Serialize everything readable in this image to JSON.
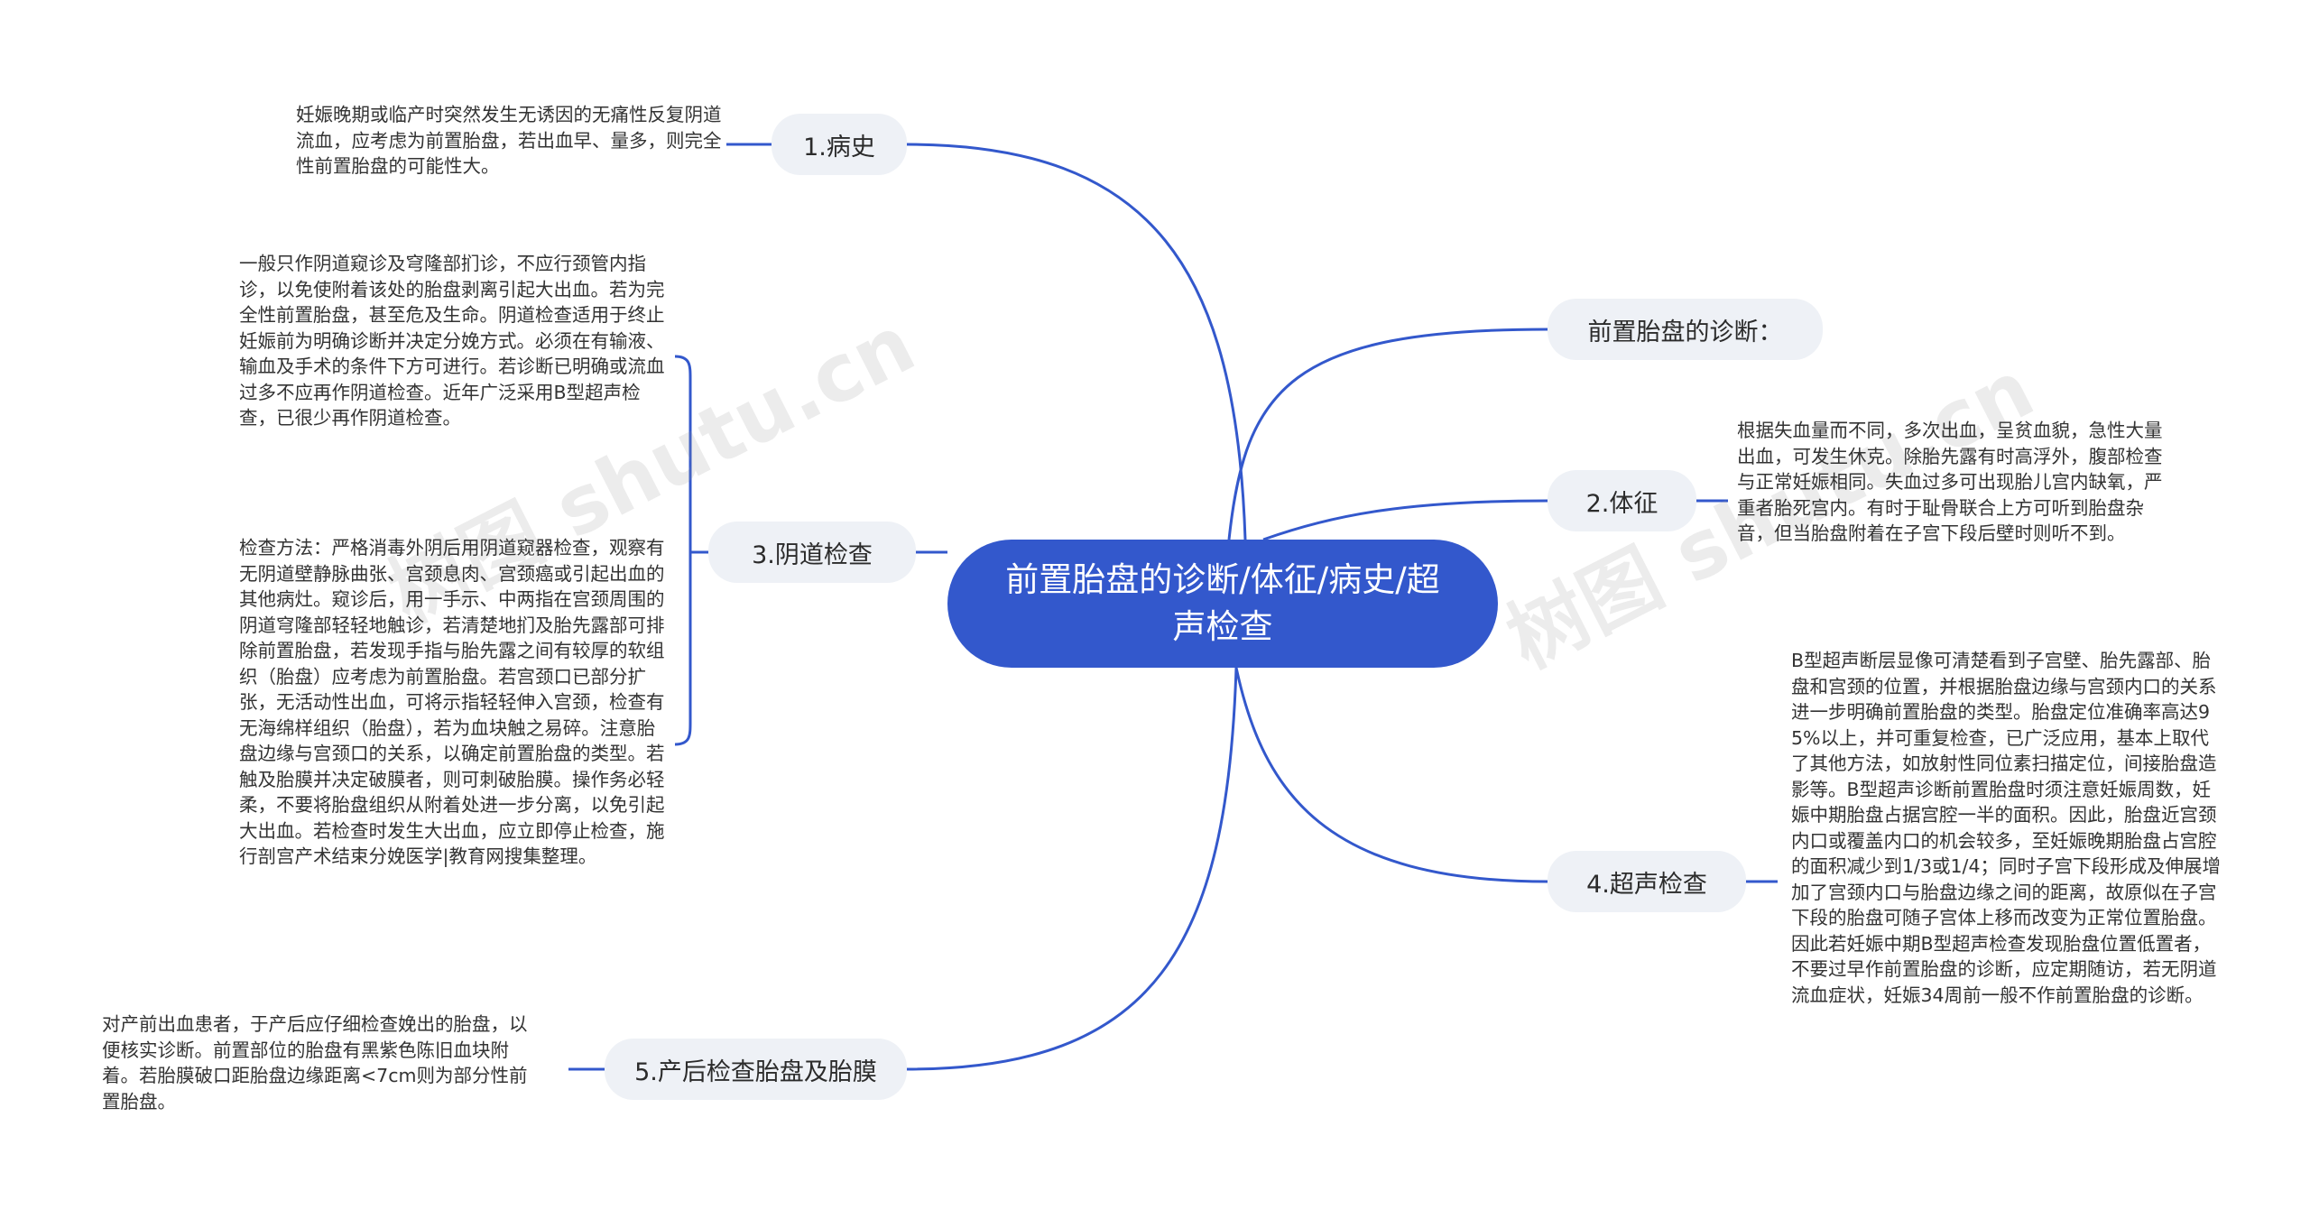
{
  "colors": {
    "root_bg": "#3358cc",
    "link": "#3358cc",
    "node_bg": "#eef1f6"
  },
  "root": {
    "title": "前置胎盘的诊断/体征/病史/超声检查"
  },
  "branches": {
    "history": {
      "label": "1.病史",
      "note": "妊娠晚期或临产时突然发生无诱因的无痛性反复阴道流血，应考虑为前置胎盘，若出血早、量多，则完全性前置胎盘的可能性大。"
    },
    "vaginal": {
      "label": "3.阴道检查",
      "note1": "一般只作阴道窥诊及穹隆部扪诊，不应行颈管内指诊，以免使附着该处的胎盘剥离引起大出血。若为完全性前置胎盘，甚至危及生命。阴道检查适用于终止妊娠前为明确诊断并决定分娩方式。必须在有输液、输血及手术的条件下方可进行。若诊断已明确或流血过多不应再作阴道检查。近年广泛采用B型超声检查，已很少再作阴道检查。",
      "note2": "检查方法：严格消毒外阴后用阴道窥器检查，观察有无阴道壁静脉曲张、宫颈息肉、宫颈癌或引起出血的其他病灶。窥诊后，用一手示、中两指在宫颈周围的阴道穹隆部轻轻地触诊，若清楚地扪及胎先露部可排除前置胎盘，若发现手指与胎先露之间有较厚的软组织（胎盘）应考虑为前置胎盘。若宫颈口已部分扩张，无活动性出血，可将示指轻轻伸入宫颈，检查有无海绵样组织（胎盘），若为血块触之易碎。注意胎盘边缘与宫颈口的关系，以确定前置胎盘的类型。若触及胎膜并决定破膜者，则可刺破胎膜。操作务必轻柔，不要将胎盘组织从附着处进一步分离，以免引起大出血。若检查时发生大出血，应立即停止检查，施行剖宫产术结束分娩医学|教育网搜集整理。"
    },
    "postpartum": {
      "label": "5.产后检查胎盘及胎膜",
      "note": "对产前出血患者，于产后应仔细检查娩出的胎盘，以便核实诊断。前置部位的胎盘有黑紫色陈旧血块附着。若胎膜破口距胎盘边缘距离<7cm则为部分性前置胎盘。"
    },
    "diagnosis": {
      "label": "前置胎盘的诊断："
    },
    "signs": {
      "label": "2.体征",
      "note": "根据失血量而不同，多次出血，呈贫血貌，急性大量出血，可发生休克。除胎先露有时高浮外，腹部检查与正常妊娠相同。失血过多可出现胎儿宫内缺氧，严重者胎死宫内。有时于耻骨联合上方可听到胎盘杂音，但当胎盘附着在子宫下段后壁时则听不到。"
    },
    "ultrasound": {
      "label": "4.超声检查",
      "note": "B型超声断层显像可清楚看到子宫壁、胎先露部、胎盘和宫颈的位置，并根据胎盘边缘与宫颈内口的关系进一步明确前置胎盘的类型。胎盘定位准确率高达95%以上，并可重复检查，已广泛应用，基本上取代了其他方法，如放射性同位素扫描定位，间接胎盘造影等。B型超声诊断前置胎盘时须注意妊娠周数，妊娠中期胎盘占据宫腔一半的面积。因此，胎盘近宫颈内口或覆盖内口的机会较多，至妊娠晚期胎盘占宫腔的面积减少到1/3或1/4；同时子宫下段形成及伸展增加了宫颈内口与胎盘边缘之间的距离，故原似在子宫下段的胎盘可随子宫体上移而改变为正常位置胎盘。因此若妊娠中期B型超声检查发现胎盘位置低置者，不要过早作前置胎盘的诊断，应定期随访，若无阴道流血症状，妊娠34周前一般不作前置胎盘的诊断。"
    }
  },
  "watermark": "树图 shutu.cn"
}
